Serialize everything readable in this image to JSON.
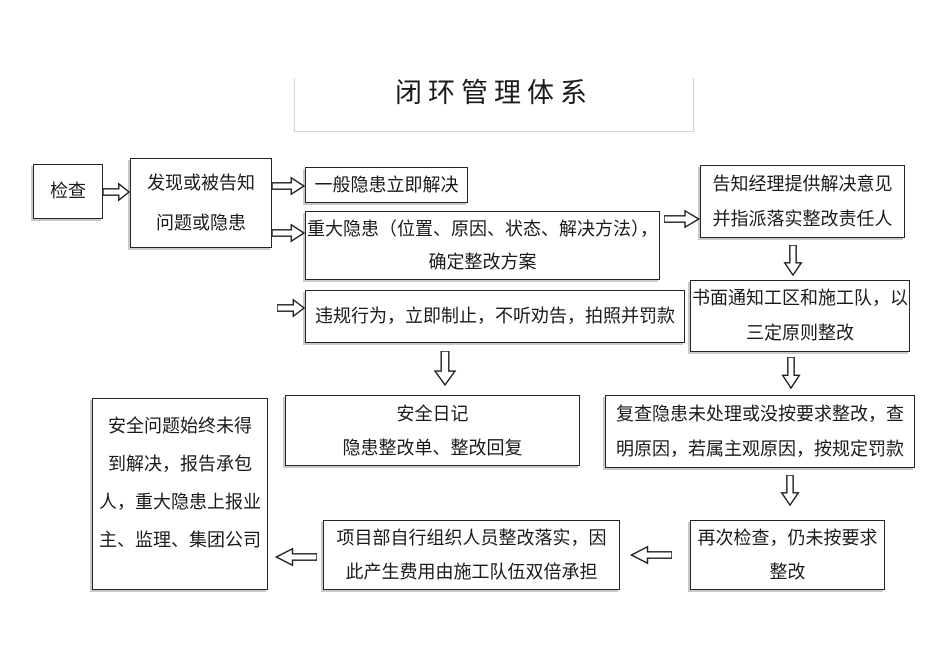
{
  "title": "闭环管理体系",
  "boxes": {
    "check": {
      "lines": [
        "检查"
      ]
    },
    "discover": {
      "lines": [
        "发现或被告知",
        "问题或隐患"
      ]
    },
    "general": {
      "lines": [
        "一般隐患立即解决"
      ]
    },
    "major": {
      "lines": [
        "重大隐患（位置、原因、状态、解决方法），",
        "确定整改方案"
      ]
    },
    "violation": {
      "lines": [
        "违规行为，立即制止，不听劝告，拍照并罚款"
      ]
    },
    "notify_manager": {
      "lines": [
        "告知经理提供解决意见",
        "并指派落实整改责任人"
      ]
    },
    "written_notice": {
      "lines": [
        "书面通知工区和施工队，以",
        "三定原则整改"
      ]
    },
    "recheck": {
      "lines": [
        "复查隐患未处理或没按要求整改，查",
        "明原因，若属主观原因，按规定罚款"
      ]
    },
    "recheck_again": {
      "lines": [
        "再次检查，仍未按要求",
        "整改"
      ]
    },
    "project_dept": {
      "lines": [
        "项目部自行组织人员整改落实，因",
        "此产生费用由施工队伍双倍承担"
      ]
    },
    "safety_diary": {
      "lines": [
        "安全日记",
        "隐患整改单、整改回复"
      ]
    },
    "unresolved": {
      "lines": [
        "安全问题始终未得",
        "到解决，报告承包",
        "人，重大隐患上报业",
        "主、监理、集团公司"
      ]
    }
  },
  "arrows": [
    {
      "from": "check",
      "to": "discover",
      "dir": "right"
    },
    {
      "from": "discover",
      "to": "general",
      "dir": "right"
    },
    {
      "from": "discover",
      "to": "major",
      "dir": "right"
    },
    {
      "from": "discover",
      "to": "violation",
      "dir": "right"
    },
    {
      "from": "major",
      "to": "notify_manager",
      "dir": "right"
    },
    {
      "from": "notify_manager",
      "to": "written_notice",
      "dir": "down"
    },
    {
      "from": "written_notice",
      "to": "recheck",
      "dir": "down"
    },
    {
      "from": "recheck",
      "to": "recheck_again",
      "dir": "down"
    },
    {
      "from": "violation",
      "to": "safety_diary",
      "dir": "down"
    },
    {
      "from": "recheck_again",
      "to": "project_dept",
      "dir": "left"
    },
    {
      "from": "project_dept",
      "to": "unresolved",
      "dir": "left"
    }
  ],
  "colors": {
    "line": "#1f1f1f",
    "box_border": "#262626",
    "box_bg": "#ffffff",
    "title_frame_border": "#d4d4d4",
    "page_bg": "#ffffff",
    "shadow": "#c9c9c9"
  }
}
